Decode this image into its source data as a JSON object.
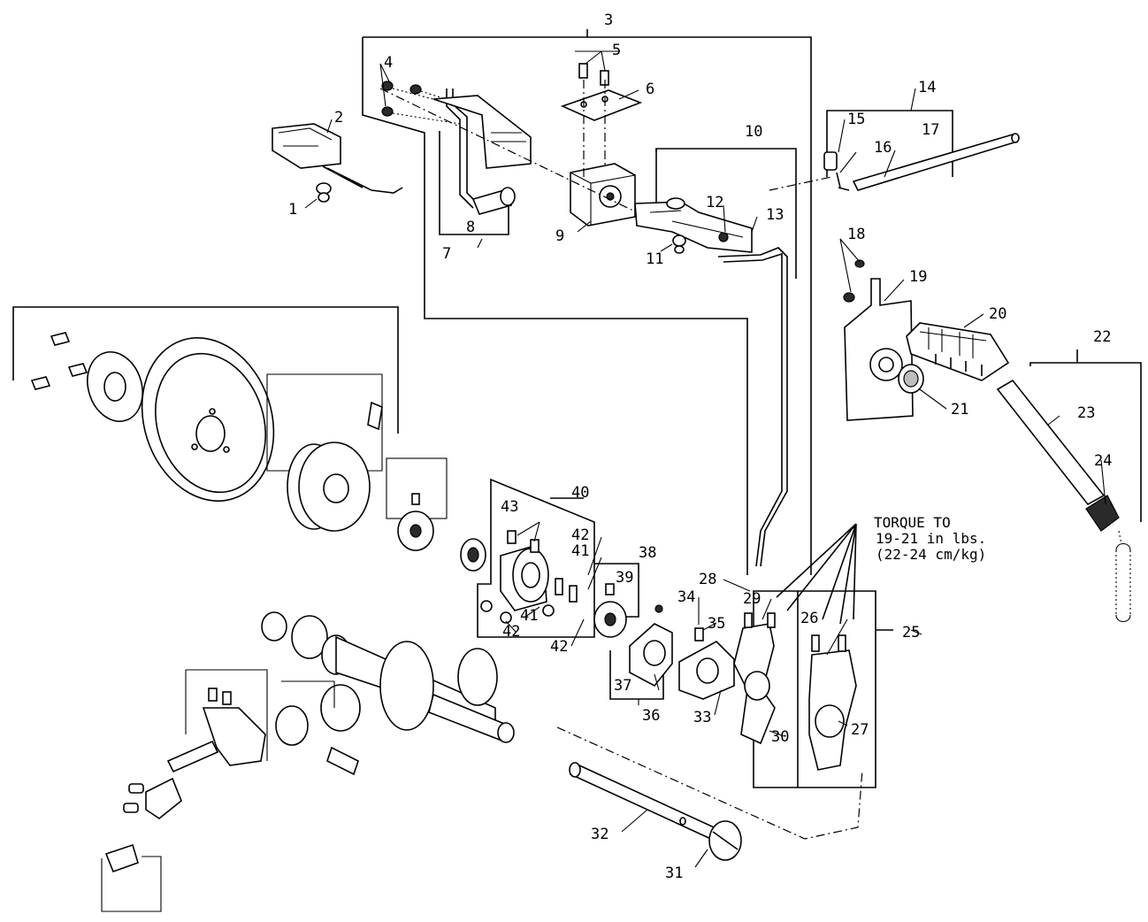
{
  "callouts": {
    "c1": "1",
    "c2": "2",
    "c3": "3",
    "c4": "4",
    "c5": "5",
    "c6": "6",
    "c7": "7",
    "c8": "8",
    "c9": "9",
    "c10": "10",
    "c11": "11",
    "c12": "12",
    "c13": "13",
    "c14": "14",
    "c15": "15",
    "c16": "16",
    "c17": "17",
    "c18": "18",
    "c19": "19",
    "c20": "20",
    "c21": "21",
    "c22": "22",
    "c23": "23",
    "c24": "24",
    "c25": "25",
    "c26": "26",
    "c27": "27",
    "c28": "28",
    "c29": "29",
    "c30": "30",
    "c31": "31",
    "c32": "32",
    "c33": "33",
    "c34": "34",
    "c35": "35",
    "c36": "36",
    "c37": "37",
    "c38": "38",
    "c39": "39",
    "c40": "40",
    "c41a": "41",
    "c41b": "41",
    "c42a": "42",
    "c42b": "42",
    "c42c": "42",
    "c43": "43"
  },
  "torque_note": {
    "line1": "TORQUE TO",
    "line2": "19-21 in lbs.",
    "line3": "(22-24 cm/kg)"
  }
}
